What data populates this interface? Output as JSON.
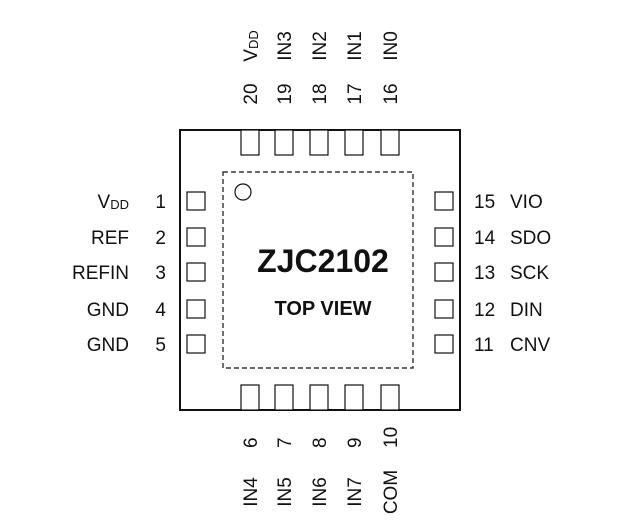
{
  "chip": {
    "part_number": "ZJC2102",
    "view_label": "TOP VIEW"
  },
  "pins": {
    "left": [
      {
        "number": "1",
        "name": "V",
        "subscript": "DD"
      },
      {
        "number": "2",
        "name": "REF"
      },
      {
        "number": "3",
        "name": "REFIN"
      },
      {
        "number": "4",
        "name": "GND"
      },
      {
        "number": "5",
        "name": "GND"
      }
    ],
    "right": [
      {
        "number": "15",
        "name": "VIO"
      },
      {
        "number": "14",
        "name": "SDO"
      },
      {
        "number": "13",
        "name": "SCK"
      },
      {
        "number": "12",
        "name": "DIN"
      },
      {
        "number": "11",
        "name": "CNV"
      }
    ],
    "bottom": [
      {
        "number": "6",
        "name": "IN4"
      },
      {
        "number": "7",
        "name": "IN5"
      },
      {
        "number": "8",
        "name": "IN6"
      },
      {
        "number": "9",
        "name": "IN7"
      },
      {
        "number": "10",
        "name": "COM"
      }
    ],
    "top": [
      {
        "number": "20",
        "name": "V",
        "subscript": "DD"
      },
      {
        "number": "19",
        "name": "IN3"
      },
      {
        "number": "18",
        "name": "IN2"
      },
      {
        "number": "17",
        "name": "IN1"
      },
      {
        "number": "16",
        "name": "IN0"
      }
    ]
  }
}
